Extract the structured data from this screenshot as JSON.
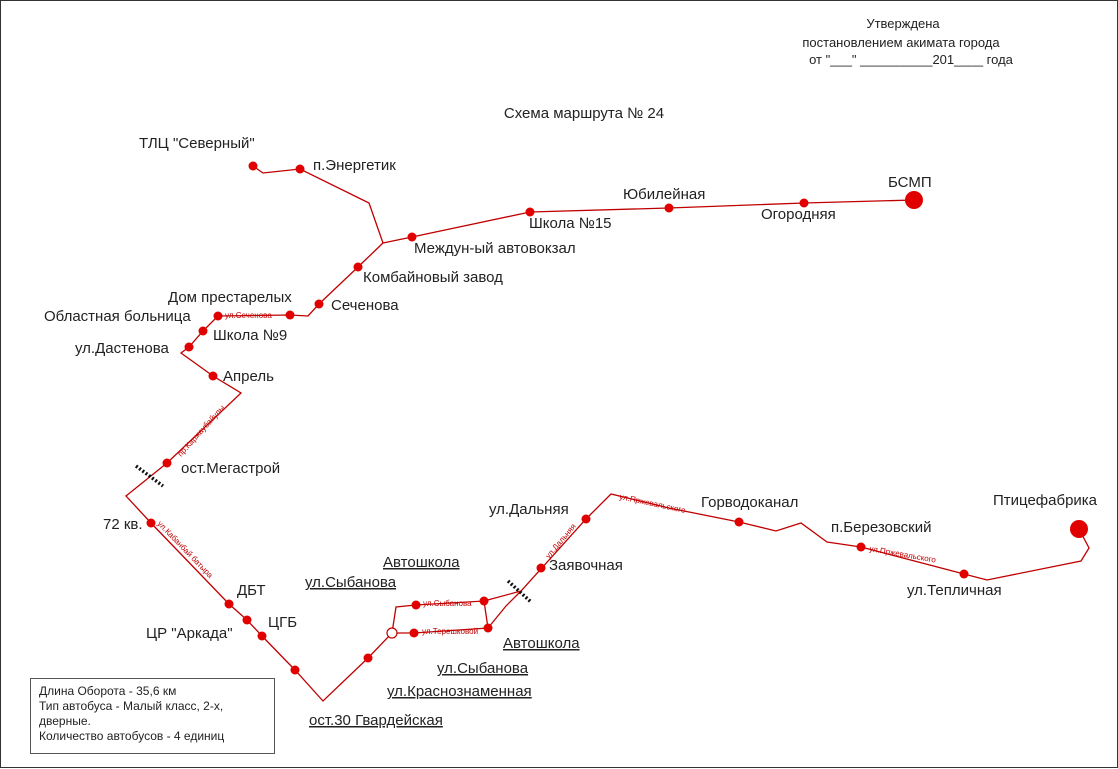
{
  "header": {
    "line1": "Утверждена",
    "line2": "постановлением акимата города",
    "line3": "от  \"___\" __________201____ года"
  },
  "title": "Схема маршрута № 24",
  "stops": {
    "tlc": "ТЛЦ \"Северный\"",
    "energetik": "п.Энергетик",
    "avtovokzal": "Междун-ый автовокзал",
    "shkola15": "Школа №15",
    "yubileynaya": "Юбилейная",
    "ogorodnyaya": "Огородняя",
    "bsmp": "БСМП",
    "kombaynoviy": "Комбайновый завод",
    "sechenova": "Сеченова",
    "dom_prestarelyh": "Дом престарелых",
    "oblastnaya": "Областная больница",
    "shkola9": "Школа №9",
    "dastenova": "ул.Дастенова",
    "aprel": "Апрель",
    "megastroy": "ост.Мегастрой",
    "kv72": "72 кв.",
    "dbt": "ДБТ",
    "cgb": "ЦГБ",
    "arkada": "ЦР \"Аркада\"",
    "gvardeyskaya": "ост.30 Гвардейская",
    "krasnoznamennaya": "ул.Краснознаменная",
    "sybanova_1": "ул.Сыбанова",
    "sybanova_2": "ул.Сыбанова",
    "avtoshkola_1": "Автошкола",
    "avtoshkola_2": "Автошкола",
    "zayavochnaya": "Заявочная",
    "dalnyaya": "ул.Дальняя",
    "gorvodokanal": "Горводоканал",
    "berezovskiy": "п.Березовский",
    "teplichnaya": "ул.Тепличная",
    "ptitsefabrika": "Птицефабрика"
  },
  "streets": {
    "sechenova": "ул.Сеченова",
    "karzhaubaiuly": "пр.Каржаубайулы",
    "kabanbay": "ул.Кабанбай батыра",
    "sybanova": "ул.Сыбанова",
    "tereshkovoy": "ул.Терешковой",
    "dalnyaya": "ул.Дальняя",
    "przhevalskogo_1": "ул.Пржевальского",
    "przhevalskogo_2": "ул.Пржевальского"
  },
  "info": {
    "length": "Длина Оборота - 35,6 км",
    "bus_type_1": "Тип автобуса - Малый класс, 2-х,",
    "bus_type_2": "дверные.",
    "bus_count": "Количество автобусов - 4 единиц"
  },
  "colors": {
    "route": "#c00000",
    "stop": "#e00000"
  }
}
